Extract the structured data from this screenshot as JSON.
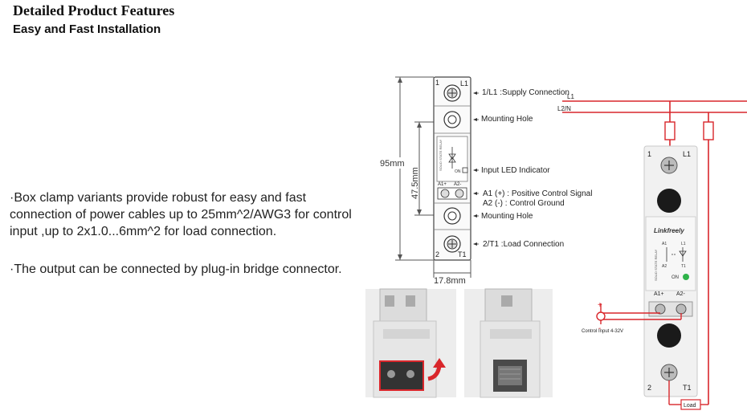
{
  "header": {
    "title": "Detailed Product Features",
    "subtitle": "Easy and Fast Installation"
  },
  "bullets": [
    "·Box clamp variants provide robust for easy and fast connection of power cables up to 25mm^2/AWG3 for control input ,up to 2x1.0...6mm^2 for load connection.",
    "·The output can be connected by plug-in bridge connector."
  ],
  "diagram": {
    "dim_height": "95mm",
    "dim_mid": "47.5mm",
    "dim_width": "17.8mm",
    "term_top_num": "1",
    "term_top_label": "L1",
    "term_bottom_num": "2",
    "term_bottom_label": "T1",
    "panel_a1": "A1+",
    "panel_a2": "A2-",
    "panel_on": "ON",
    "labels": {
      "supply": "1/L1 :Supply Connection",
      "mount1": "Mounting Hole",
      "led": "Input LED Indicator",
      "a1": "A1 (+) : Positive Control Signal",
      "a2": "A2 (-) :  Control Ground",
      "mount2": "Mounting Hole",
      "load": "2/T1 :Load Connection"
    }
  },
  "wiring": {
    "line_l1": "L1",
    "line_l2n": "L2/N",
    "brand": "Linkfreely",
    "side_text": "SOLID STATE RELAY",
    "plus": "+",
    "minus": "-",
    "control_input": "Control Input 4-32V",
    "load": "Load",
    "num_top": "1",
    "num_bottom": "2",
    "l1": "L1",
    "t1": "T1",
    "a1": "A1+",
    "a2": "A2-",
    "on": "ON"
  },
  "colors": {
    "wire_red": "#d9262b",
    "device_body": "#f1f1f1",
    "led_green": "#2fb34a"
  }
}
